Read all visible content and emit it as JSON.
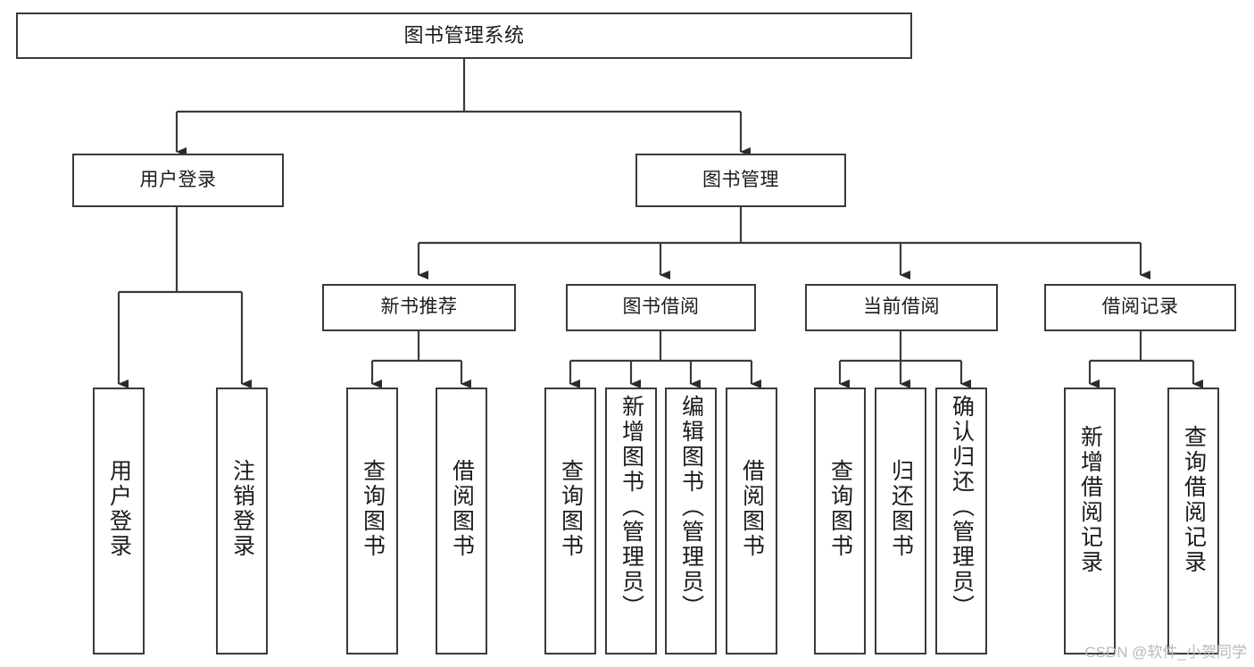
{
  "diagram": {
    "type": "tree-hierarchy-chart",
    "title": "图书管理系统",
    "watermark": "CSDN @软件_小贺同学",
    "colors": {
      "box_border": "#3a3a3a",
      "box_fill": "#ffffff",
      "edge": "#3a3a3a",
      "text": "#1b1b1b",
      "watermark": "#b9b9b9",
      "background": "#ffffff"
    },
    "levels": {
      "level1": [
        {
          "id": "root",
          "label": "图书管理系统",
          "orientation": "horizontal"
        }
      ],
      "level2": [
        {
          "id": "user-login",
          "label": "用户登录",
          "orientation": "horizontal",
          "parent": "root"
        },
        {
          "id": "book-manage",
          "label": "图书管理",
          "orientation": "horizontal",
          "parent": "root"
        }
      ],
      "level3": [
        {
          "id": "new-book-rec",
          "label": "新书推荐",
          "orientation": "horizontal",
          "parent": "book-manage"
        },
        {
          "id": "book-borrow",
          "label": "图书借阅",
          "orientation": "horizontal",
          "parent": "book-manage"
        },
        {
          "id": "current-borrow",
          "label": "当前借阅",
          "orientation": "horizontal",
          "parent": "book-manage"
        },
        {
          "id": "borrow-record",
          "label": "借阅记录",
          "orientation": "horizontal",
          "parent": "book-manage"
        }
      ],
      "level4": [
        {
          "id": "leaf-user-login",
          "label": "用户登录",
          "orientation": "vertical",
          "parent": "user-login"
        },
        {
          "id": "leaf-logout-login",
          "label": "注销登录",
          "orientation": "vertical",
          "parent": "user-login"
        },
        {
          "id": "leaf-query-book-1",
          "label": "查询图书",
          "orientation": "vertical",
          "parent": "new-book-rec"
        },
        {
          "id": "leaf-borrow-book-1",
          "label": "借阅图书",
          "orientation": "vertical",
          "parent": "new-book-rec"
        },
        {
          "id": "leaf-query-book-2",
          "label": "查询图书",
          "orientation": "vertical",
          "parent": "book-borrow"
        },
        {
          "id": "leaf-add-book",
          "label": "新增图书（管理员）",
          "orientation": "vertical",
          "parent": "book-borrow"
        },
        {
          "id": "leaf-edit-book",
          "label": "编辑图书（管理员）",
          "orientation": "vertical",
          "parent": "book-borrow"
        },
        {
          "id": "leaf-borrow-book-2",
          "label": "借阅图书",
          "orientation": "vertical",
          "parent": "book-borrow"
        },
        {
          "id": "leaf-query-book-3",
          "label": "查询图书",
          "orientation": "vertical",
          "parent": "current-borrow"
        },
        {
          "id": "leaf-return-book",
          "label": "归还图书",
          "orientation": "vertical",
          "parent": "current-borrow"
        },
        {
          "id": "leaf-confirm-return",
          "label": "确认归还（管理员）",
          "orientation": "vertical",
          "parent": "current-borrow"
        },
        {
          "id": "leaf-add-record",
          "label": "新增借阅记录",
          "orientation": "vertical",
          "parent": "borrow-record"
        },
        {
          "id": "leaf-query-record",
          "label": "查询借阅记录",
          "orientation": "vertical",
          "parent": "borrow-record"
        }
      ]
    }
  }
}
